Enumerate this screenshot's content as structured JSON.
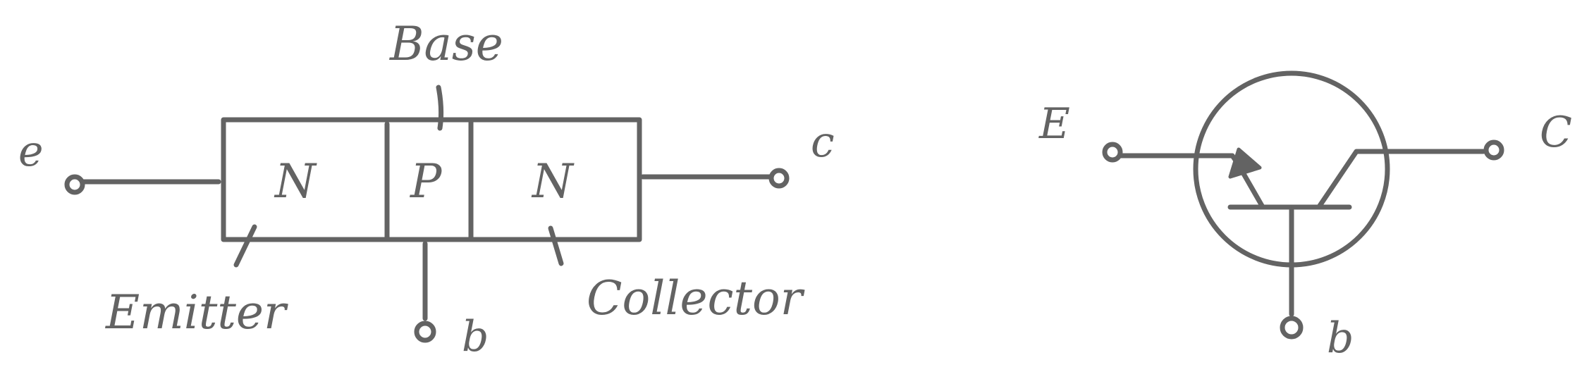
{
  "left_diagram": {
    "region_labels": {
      "n1": "N",
      "p": "P",
      "n2": "N"
    },
    "callouts": {
      "base": "Base",
      "emitter": "Emitter",
      "collector": "Collector"
    },
    "terminals": {
      "emitter": "e",
      "base": "b",
      "collector": "c"
    }
  },
  "right_diagram": {
    "terminals": {
      "emitter": "E",
      "base": "b",
      "collector": "C"
    }
  },
  "colors": {
    "ink": "#636363",
    "background": "#ffffff"
  }
}
